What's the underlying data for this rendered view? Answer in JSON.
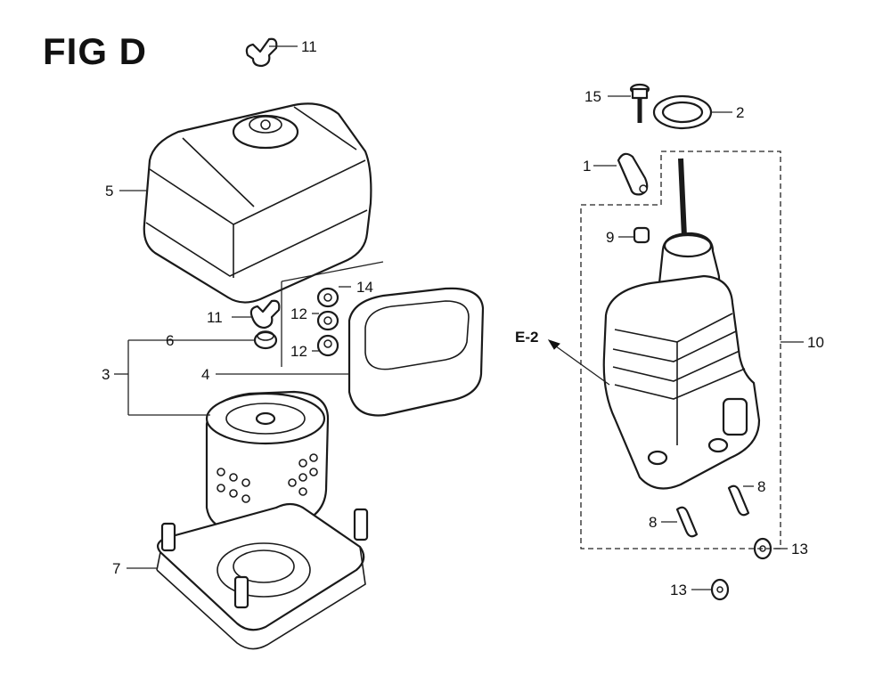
{
  "figure_title": "FIG D",
  "reference_label": "E-2",
  "callouts": {
    "n1": "1",
    "n2": "2",
    "n3": "3",
    "n4": "4",
    "n5": "5",
    "n6": "6",
    "n7": "7",
    "n8a": "8",
    "n8b": "8",
    "n9": "9",
    "n10": "10",
    "n11a": "11",
    "n11b": "11",
    "n12a": "12",
    "n12b": "12",
    "n13a": "13",
    "n13b": "13",
    "n14": "14",
    "n15": "15"
  }
}
